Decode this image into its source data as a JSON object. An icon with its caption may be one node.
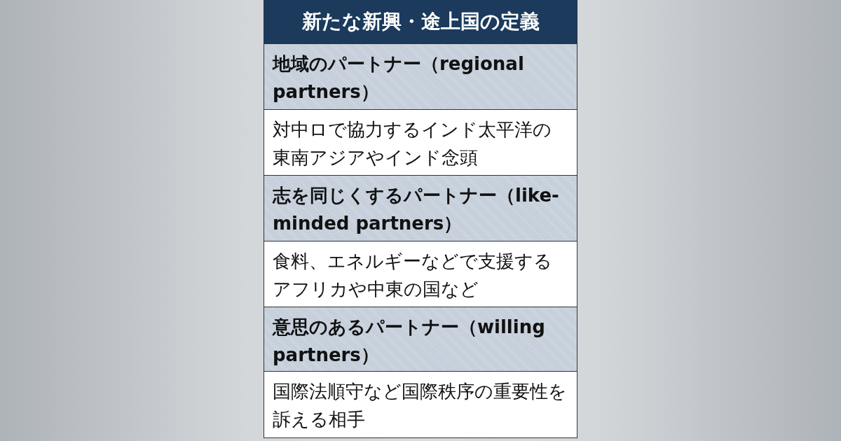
{
  "diagram": {
    "title": "新たな新興・途上国の定義",
    "labels": [
      "地域のパートナー（regional partners）",
      "対中ロで協力するインド太平洋の東南アジアやインド念頭",
      "志を同じくするパートナー（like-minded partners）",
      "食料、エネルギーなどで支援するアフリカや中東の国など",
      "意思のあるパートナー（willing partners）",
      "国際法順守など国際秩序の重要性を訴える相手"
    ]
  }
}
